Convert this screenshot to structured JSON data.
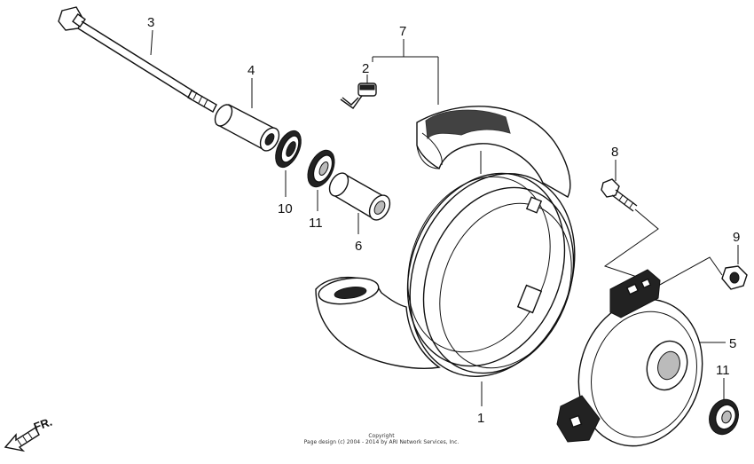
{
  "callouts": {
    "axle": "3",
    "valve": "2",
    "tire_tube": "7",
    "collar": "4",
    "bolt": "8",
    "nut": "9",
    "bearing_left": "10",
    "bearing_mid": "11",
    "spacer": "6",
    "hub": "5",
    "bearing_right": "11",
    "rim": "1"
  },
  "direction": {
    "label": "FR.",
    "icon": "front-arrow-icon"
  },
  "copyright": {
    "line1": "Copyright",
    "line2": "Page design (c) 2004 - 2014 by ARI Network Services, Inc."
  }
}
